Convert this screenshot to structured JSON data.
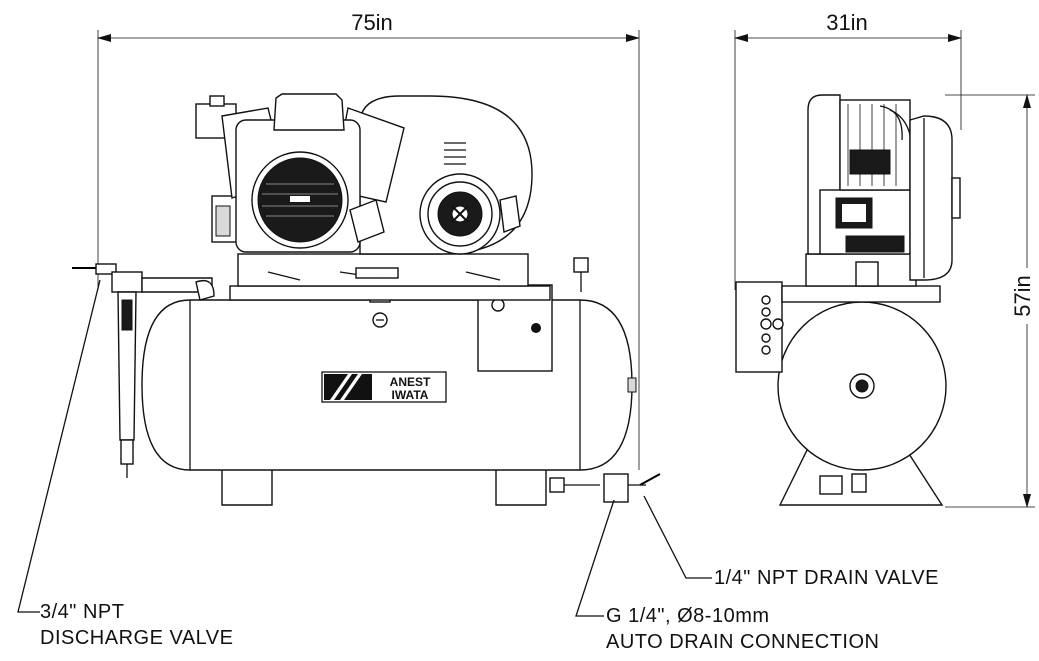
{
  "dimensions": {
    "front_width": "75in",
    "side_width": "31in",
    "height": "57in"
  },
  "brand": {
    "line1": "ANEST",
    "line2": "IWATA"
  },
  "callouts": {
    "discharge": {
      "line1": "3/4\" NPT",
      "line2": "DISCHARGE VALVE"
    },
    "drain_valve": {
      "line1": "1/4\" NPT DRAIN VALVE"
    },
    "auto_drain": {
      "line1": "G 1/4\", Ø8-10mm",
      "line2": "AUTO DRAIN CONNECTION"
    }
  }
}
